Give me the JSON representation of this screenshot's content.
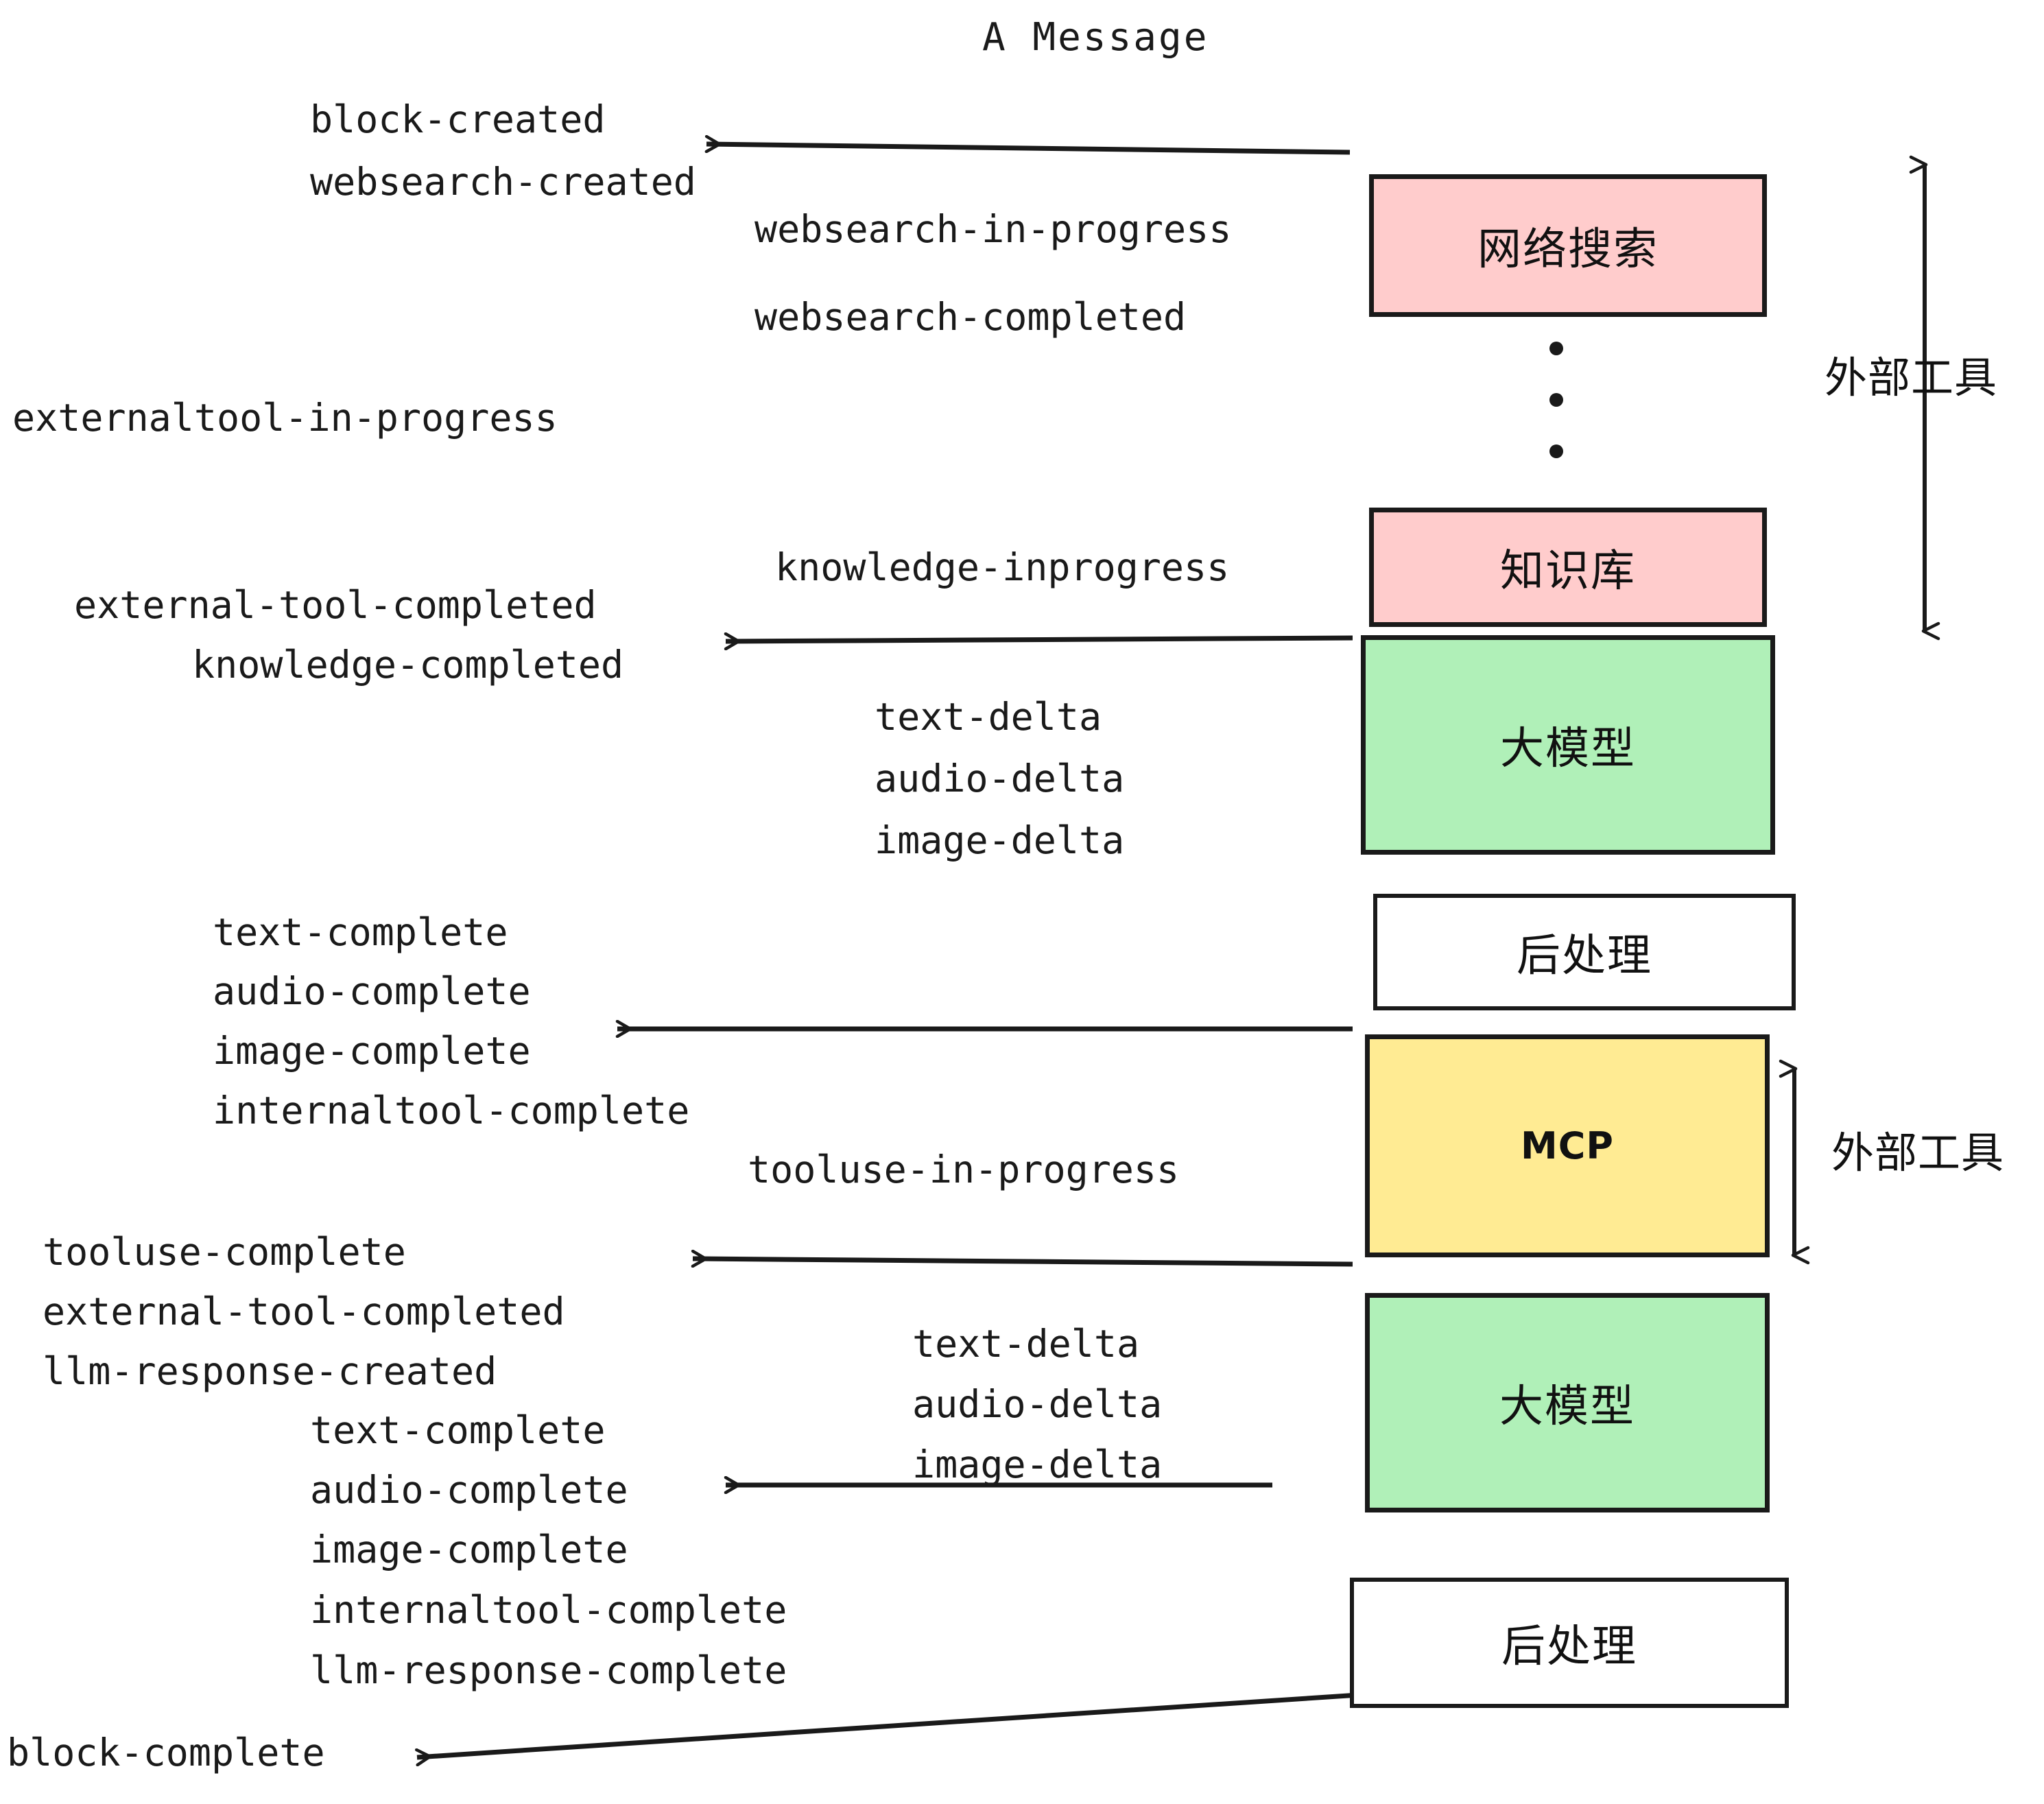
{
  "title": "A Message",
  "colors": {
    "pink": "#FFCCCC",
    "green": "#B0F0B8",
    "yellow": "#FFEB93",
    "white": "#FFFFFF",
    "stroke": "#1A1A1A"
  },
  "nodes": [
    {
      "id": "websearch",
      "label": "网络搜索",
      "fill": "#FFCCCC"
    },
    {
      "id": "knowledge",
      "label": "知识库",
      "fill": "#FFCCCC"
    },
    {
      "id": "llm-1",
      "label": "大模型",
      "fill": "#B0F0B8"
    },
    {
      "id": "postproc-1",
      "label": "后处理",
      "fill": "#FFFFFF"
    },
    {
      "id": "mcp",
      "label": "MCP",
      "fill": "#FFEB93"
    },
    {
      "id": "llm-2",
      "label": "大模型",
      "fill": "#B0F0B8"
    },
    {
      "id": "postproc-2",
      "label": "后处理",
      "fill": "#FFFFFF"
    }
  ],
  "group_labels": [
    {
      "id": "external-tools-top",
      "label": "外部工具"
    },
    {
      "id": "external-tools-bottom",
      "label": "外部工具"
    }
  ],
  "events": [
    {
      "id": "block-created",
      "text": "block-created"
    },
    {
      "id": "websearch-created",
      "text": "websearch-created"
    },
    {
      "id": "websearch-in-progress",
      "text": "websearch-in-progress"
    },
    {
      "id": "websearch-completed",
      "text": "websearch-completed"
    },
    {
      "id": "externaltool-in-progress",
      "text": "externaltool-in-progress"
    },
    {
      "id": "knowledge-inprogress",
      "text": "knowledge-inprogress"
    },
    {
      "id": "external-tool-completed-1",
      "text": "external-tool-completed"
    },
    {
      "id": "knowledge-completed",
      "text": "knowledge-completed"
    },
    {
      "id": "text-delta-1",
      "text": "text-delta"
    },
    {
      "id": "audio-delta-1",
      "text": "audio-delta"
    },
    {
      "id": "image-delta-1",
      "text": "image-delta"
    },
    {
      "id": "text-complete-1",
      "text": "text-complete"
    },
    {
      "id": "audio-complete-1",
      "text": "audio-complete"
    },
    {
      "id": "image-complete-1",
      "text": "image-complete"
    },
    {
      "id": "internaltool-complete-1",
      "text": "internaltool-complete"
    },
    {
      "id": "tooluse-in-progress",
      "text": "tooluse-in-progress"
    },
    {
      "id": "tooluse-complete",
      "text": "tooluse-complete"
    },
    {
      "id": "external-tool-completed-2",
      "text": "external-tool-completed"
    },
    {
      "id": "llm-response-created",
      "text": "llm-response-created"
    },
    {
      "id": "text-delta-2",
      "text": "text-delta"
    },
    {
      "id": "audio-delta-2",
      "text": "audio-delta"
    },
    {
      "id": "image-delta-2",
      "text": "image-delta"
    },
    {
      "id": "text-complete-2",
      "text": "text-complete"
    },
    {
      "id": "audio-complete-2",
      "text": "audio-complete"
    },
    {
      "id": "image-complete-2",
      "text": "image-complete"
    },
    {
      "id": "internaltool-complete-2",
      "text": "internaltool-complete"
    },
    {
      "id": "llm-response-complete",
      "text": "llm-response-complete"
    },
    {
      "id": "block-complete",
      "text": "block-complete"
    }
  ]
}
